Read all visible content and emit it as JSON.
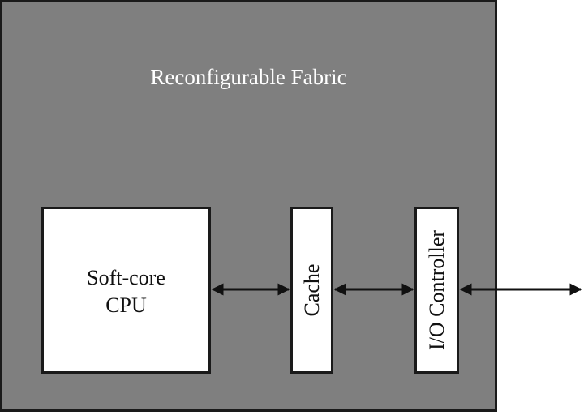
{
  "diagram": {
    "fabric_label": "Reconfigurable Fabric",
    "blocks": {
      "cpu_line1": "Soft-core",
      "cpu_line2": "CPU",
      "cache": "Cache",
      "io_controller": "I/O Controller"
    },
    "colors": {
      "fabric_fill": "#7f7f7f",
      "block_fill": "#ffffff",
      "stroke": "#1a1a1a",
      "fabric_text": "#ffffff"
    }
  }
}
